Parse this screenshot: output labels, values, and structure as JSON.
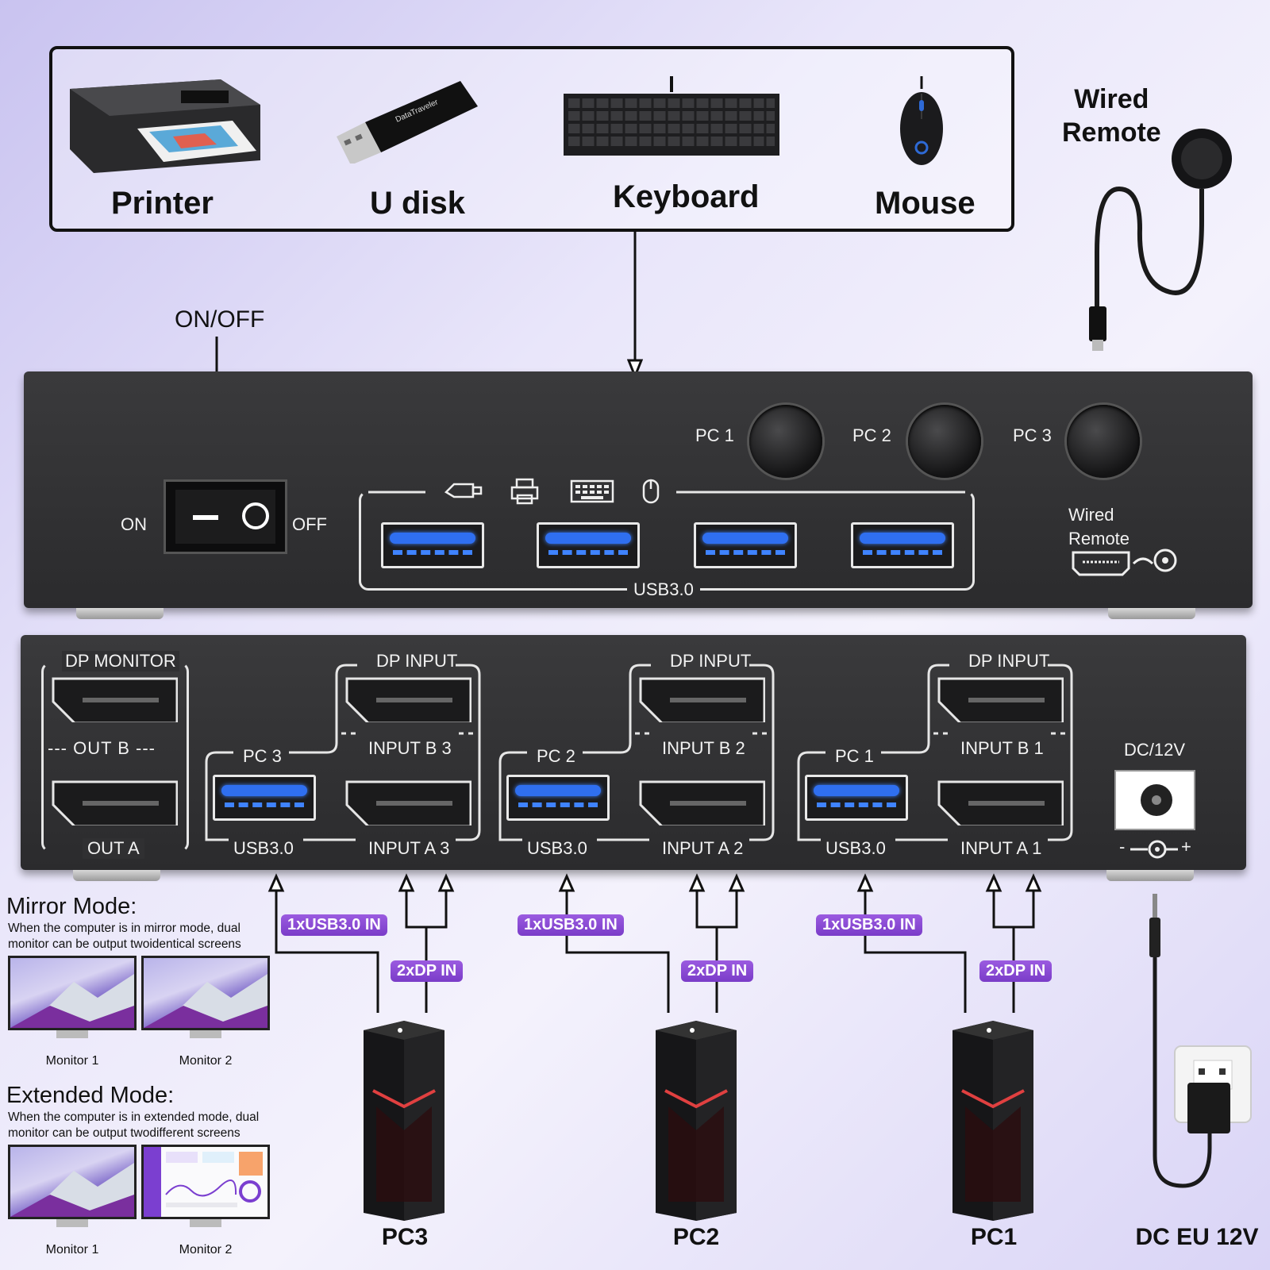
{
  "peripherals": {
    "printer": "Printer",
    "udisk": "U disk",
    "keyboard": "Keyboard",
    "mouse": "Mouse"
  },
  "wired_remote_title": "Wired\nRemote",
  "power": {
    "title": "ON/OFF",
    "on": "ON",
    "off": "OFF"
  },
  "front_panel": {
    "buttons": [
      "PC 1",
      "PC 2",
      "PC 3"
    ],
    "usb_label": "USB3.0",
    "remote_label": "Wired\nRemote"
  },
  "back_panel": {
    "monitor_group": {
      "title": "DP MONITOR",
      "out_b": "OUT B",
      "out_a": "OUT A"
    },
    "pc_groups": [
      {
        "pc": "PC 3",
        "usb": "USB3.0",
        "dp_title": "DP INPUT",
        "input_b": "INPUT B 3",
        "input_a": "INPUT A 3"
      },
      {
        "pc": "PC 2",
        "usb": "USB3.0",
        "dp_title": "DP INPUT",
        "input_b": "INPUT B 2",
        "input_a": "INPUT A 2"
      },
      {
        "pc": "PC 1",
        "usb": "USB3.0",
        "dp_title": "DP INPUT",
        "input_b": "INPUT B 1",
        "input_a": "INPUT A 1"
      }
    ],
    "dc_label": "DC/12V",
    "polarity_minus": "-",
    "polarity_plus": "+"
  },
  "connections": {
    "usb_tag": "1xUSB3.0 IN",
    "dp_tag": "2xDP IN"
  },
  "computers": [
    "PC3",
    "PC2",
    "PC1"
  ],
  "power_supply_label": "DC EU 12V",
  "modes": {
    "mirror": {
      "title": "Mirror Mode:",
      "desc": "When the computer is in mirror mode, dual monitor can be output twoidentical screens",
      "monitor1": "Monitor 1",
      "monitor2": "Monitor 2"
    },
    "extended": {
      "title": "Extended Mode:",
      "desc": "When the computer is in extended mode, dual monitor can be output twodifferent screens",
      "monitor1": "Monitor 1",
      "monitor2": "Monitor 2"
    }
  },
  "colors": {
    "accent_purple": "#8a48d6",
    "usb_blue": "#2f6ff0",
    "panel_dark": "#2f2f31"
  }
}
